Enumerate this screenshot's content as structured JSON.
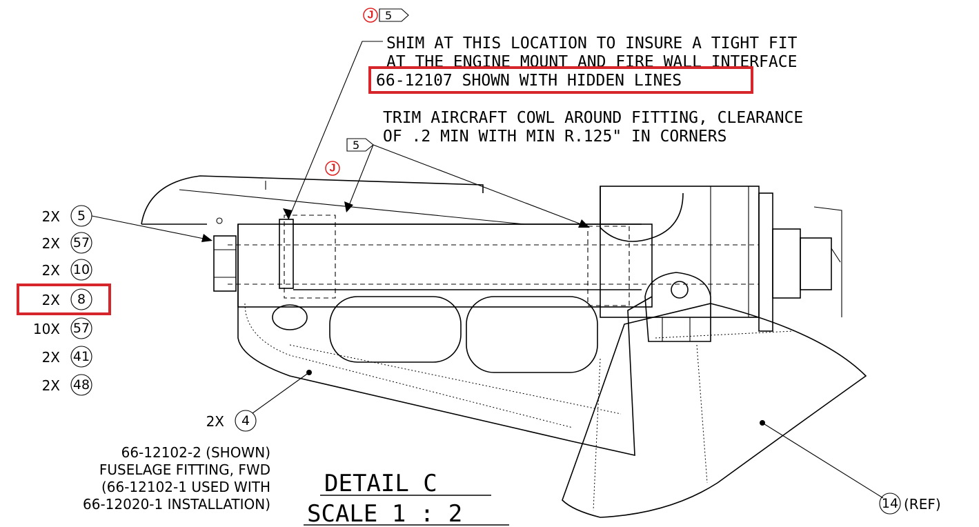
{
  "notes": {
    "shim_line1": "SHIM AT THIS LOCATION TO INSURE A TIGHT FIT",
    "shim_line2": "AT THE ENGINE MOUNT AND FIRE WALL INTERFACE",
    "hidden_line": "66-12107 SHOWN WITH HIDDEN LINES",
    "trim_line1": "TRIM AIRCRAFT COWL AROUND FITTING, CLEARANCE",
    "trim_line2": " OF .2 MIN WITH MIN R.125\" IN CORNERS"
  },
  "revision_flags": [
    {
      "letter": "J",
      "flag": "5"
    },
    {
      "letter": "J",
      "flag": "5"
    }
  ],
  "callouts": [
    {
      "qty": "2X",
      "item": "5"
    },
    {
      "qty": "2X",
      "item": "57"
    },
    {
      "qty": "2X",
      "item": "10"
    },
    {
      "qty": "2X",
      "item": "8"
    },
    {
      "qty": "10X",
      "item": "57"
    },
    {
      "qty": "2X",
      "item": "41"
    },
    {
      "qty": "2X",
      "item": "48"
    }
  ],
  "fitting_callout": {
    "qty": "2X",
    "item": "4"
  },
  "part_note": {
    "line1": "66-12102-2 (SHOWN)",
    "line2": "FUSELAGE FITTING, FWD",
    "line3": "(66-12102-1 USED WITH",
    "line4": "66-12020-1 INSTALLATION)"
  },
  "detail": {
    "title": "DETAIL C",
    "scale": "SCALE 1 : 2"
  },
  "cowl_callout": {
    "item": "14",
    "suffix": "(REF)"
  },
  "highlight_color": "#d7262b",
  "revision_color": "#e02020"
}
